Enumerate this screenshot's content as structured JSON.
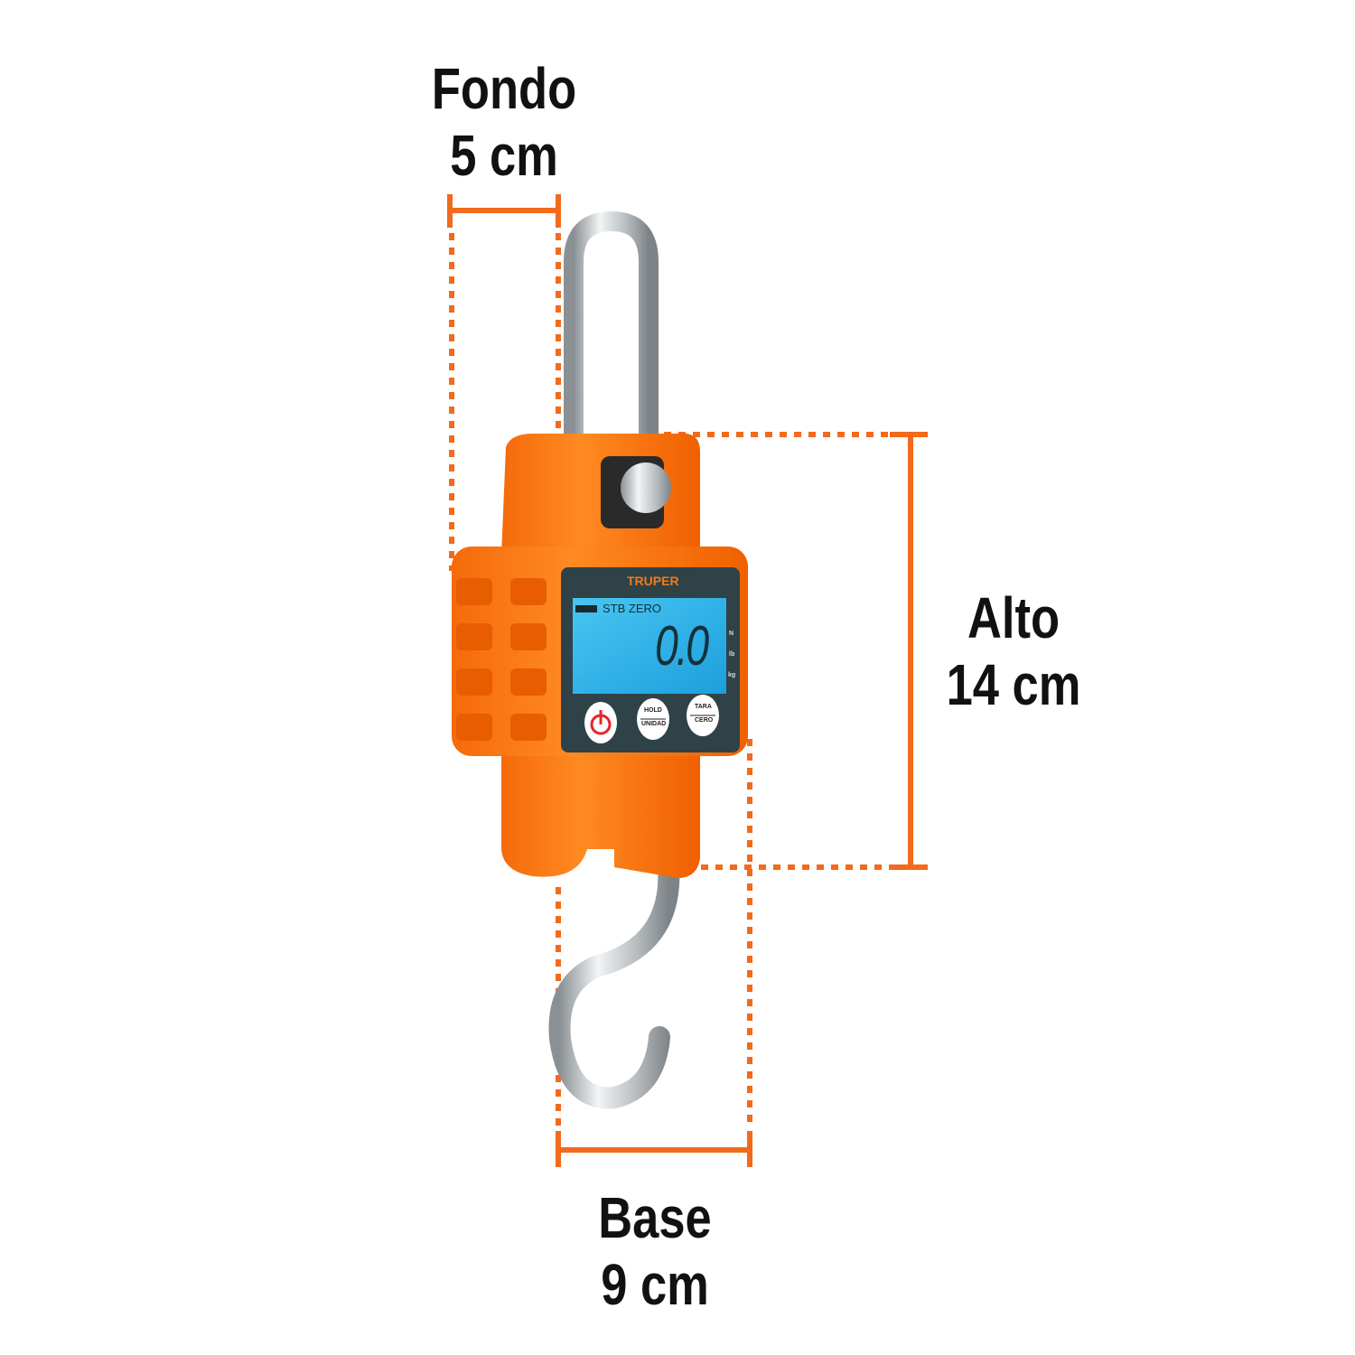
{
  "dimensions": {
    "depth": {
      "label": "Fondo",
      "value": "5 cm"
    },
    "height": {
      "label": "Alto",
      "value": "14 cm"
    },
    "width": {
      "label": "Base",
      "value": "9 cm"
    }
  },
  "product": {
    "brand": "TRUPER",
    "display": {
      "status": "STB ZERO",
      "reading": "0.0",
      "units": [
        "N",
        "lb",
        "kg"
      ]
    },
    "buttons": {
      "hold": "HOLD",
      "unit": "UNIDAD",
      "tare": "TARA",
      "zero": "CERO"
    }
  },
  "colors": {
    "accent": "#f26a1b",
    "body": "#ff7a14",
    "panel": "#2f4248",
    "lcd": "#2bb3ea"
  }
}
